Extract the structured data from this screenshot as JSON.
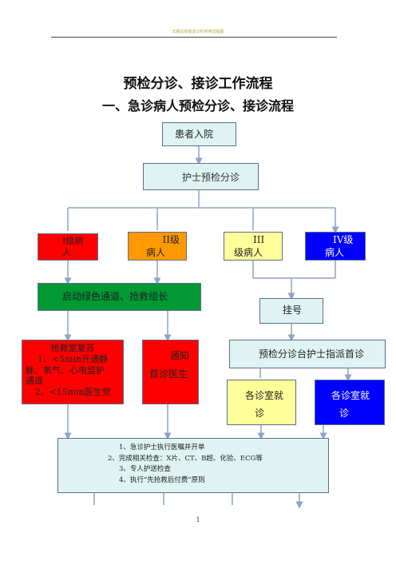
{
  "header": {
    "text": "长期总结版急诊科常用流程图",
    "underline_color": "#444444"
  },
  "title": "预检分诊、接诊工作流程",
  "subtitle": "一、急诊病人预检分诊、接诊流程",
  "flow": {
    "patient_arrives": "患者入院",
    "nurse_triage": "护士预检分诊",
    "level1": {
      "l1": "Ⅰ级病",
      "l2": "人",
      "color": "#ff0000"
    },
    "level2": {
      "l1": "ⅠⅠ级",
      "l2": "病人",
      "color": "#ff9900"
    },
    "level3": {
      "l1": "ⅠⅠⅠ",
      "l2": "级病人",
      "color": "#ffff99"
    },
    "level4": {
      "l1": "ⅠV级",
      "l2": "病人",
      "color": "#0000ff"
    },
    "green_channel": "启动绿色通道、抢救组长",
    "registration": "挂号",
    "rescue_room": {
      "l1": "抢救室复苏",
      "l2": "1、<5min开通静",
      "l3": "脉、氧气、心电监护",
      "l4": "通道",
      "l5": "2、<15min医生觉"
    },
    "notify": {
      "l1": "通知",
      "l2": "首诊医生"
    },
    "triage_desk": "预检分诊台护士指派首诊",
    "dept_yellow": {
      "l1": "各诊室就",
      "l2": "诊"
    },
    "dept_blue": {
      "l1": "各诊室就",
      "l2": "诊"
    },
    "final": {
      "l1": "1、急诊护士执行医嘱并开单",
      "l2": "2、完成相关检查：X片、CT、B超、化验、ECG等",
      "l3": "3、专人护送检查",
      "l4": "4、执行“先抢救后付费”原则"
    }
  },
  "page_number": "1",
  "colors": {
    "box_fill": "#dff3f2",
    "green": "#009933",
    "arrow": "#8ea4c4",
    "border": "#5a6f8f"
  }
}
